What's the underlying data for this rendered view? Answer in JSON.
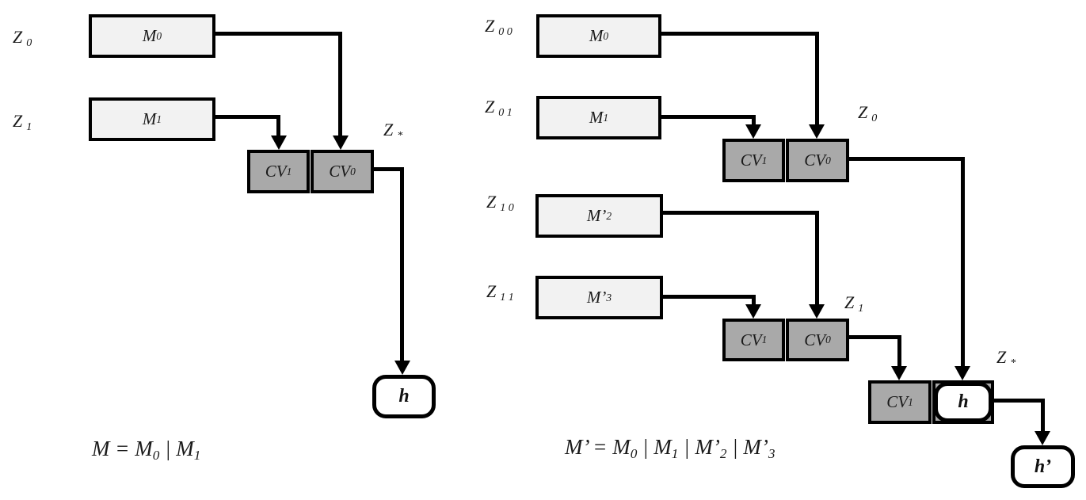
{
  "colors": {
    "message_box_fill": "#f2f2f2",
    "cv_box_fill": "#a9a9a9",
    "hash_node_fill": "#ffffff",
    "line_color": "#000000"
  },
  "left": {
    "rows": [
      {
        "z_base": "Z",
        "z_sub": "0",
        "m_base": "M",
        "m_sub": "0"
      },
      {
        "z_base": "Z",
        "z_sub": "1",
        "m_base": "M",
        "m_sub": "1"
      }
    ],
    "cv1": {
      "base": "CV",
      "sub": "1"
    },
    "cv0": {
      "base": "CV",
      "sub": "0"
    },
    "z_out": {
      "base": "Z",
      "sub": "*"
    },
    "hash": "h",
    "caption": [
      {
        "t": "M = M"
      },
      {
        "t": "0",
        "s": "sub"
      },
      {
        "t": " | M"
      },
      {
        "t": "1",
        "s": "sub"
      }
    ]
  },
  "right": {
    "rows": [
      {
        "z_base": "Z",
        "z_sub": "0 0",
        "m_base": "M",
        "m_sub": "0"
      },
      {
        "z_base": "Z",
        "z_sub": "0 1",
        "m_base": "M",
        "m_sub": "1"
      },
      {
        "z_base": "Z",
        "z_sub": "1 0",
        "m_base": "M’",
        "m_sub": "2"
      },
      {
        "z_base": "Z",
        "z_sub": "1 1",
        "m_base": "M’",
        "m_sub": "3"
      }
    ],
    "top_cv1": {
      "base": "CV",
      "sub": "1"
    },
    "top_cv0": {
      "base": "CV",
      "sub": "0"
    },
    "z_top": {
      "base": "Z",
      "sub": "0"
    },
    "bottom_cv1": {
      "base": "CV",
      "sub": "1"
    },
    "bottom_cv0": {
      "base": "CV",
      "sub": "0"
    },
    "z_bottom": {
      "base": "Z",
      "sub": "1"
    },
    "final_cv1": {
      "base": "CV",
      "sub": "1"
    },
    "hash_mid": "h",
    "z_out": {
      "base": "Z",
      "sub": "*"
    },
    "hash_out": "h’",
    "caption": [
      {
        "t": "M’ = M"
      },
      {
        "t": "0",
        "s": "sub"
      },
      {
        "t": " | M"
      },
      {
        "t": "1",
        "s": "sub"
      },
      {
        "t": " | M’"
      },
      {
        "t": "2",
        "s": "sub"
      },
      {
        "t": " | M’"
      },
      {
        "t": "3",
        "s": "sub"
      }
    ]
  }
}
